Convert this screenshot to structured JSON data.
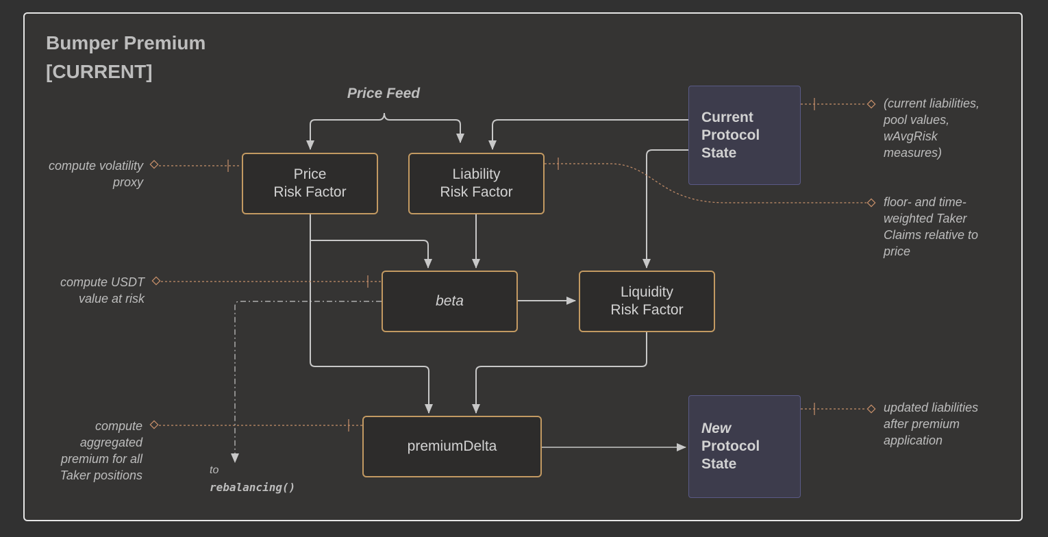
{
  "title": {
    "line1": "Bumper Premium",
    "line2": "[CURRENT]"
  },
  "price_feed": "Price Feed",
  "nodes": {
    "price_risk": [
      "Price",
      "Risk Factor"
    ],
    "liability_risk": [
      "Liability",
      "Risk Factor"
    ],
    "beta": "beta",
    "liquidity_risk": [
      "Liquidity",
      "Risk Factor"
    ],
    "premium_delta": "premiumDelta",
    "current_state": [
      "Current",
      "Protocol",
      "State"
    ],
    "new_state": [
      "New",
      "Protocol",
      "State"
    ]
  },
  "notes": {
    "volatility": [
      "compute volatility",
      "proxy"
    ],
    "usdt": [
      "compute USDT",
      "value at risk"
    ],
    "aggregated": [
      "compute",
      "aggregated",
      "premium for all",
      "Taker positions"
    ],
    "current_liabilities": [
      "(current liabilities,",
      "pool values,",
      "wAvgRisk",
      "measures)"
    ],
    "floor_time": [
      "floor- and time-",
      "weighted Taker",
      "Claims relative to",
      "price"
    ],
    "updated": [
      "updated liabilities",
      "after premium",
      "application"
    ]
  },
  "rebalancing": {
    "to": "to",
    "fn": "rebalancing()"
  },
  "colors": {
    "background": "#353433",
    "frame": "#e6e6e6",
    "box_border": "#c39a62",
    "state_fill": "#3d3c4c",
    "connector": "#c8c8c8",
    "annotation": "#c8906a"
  }
}
